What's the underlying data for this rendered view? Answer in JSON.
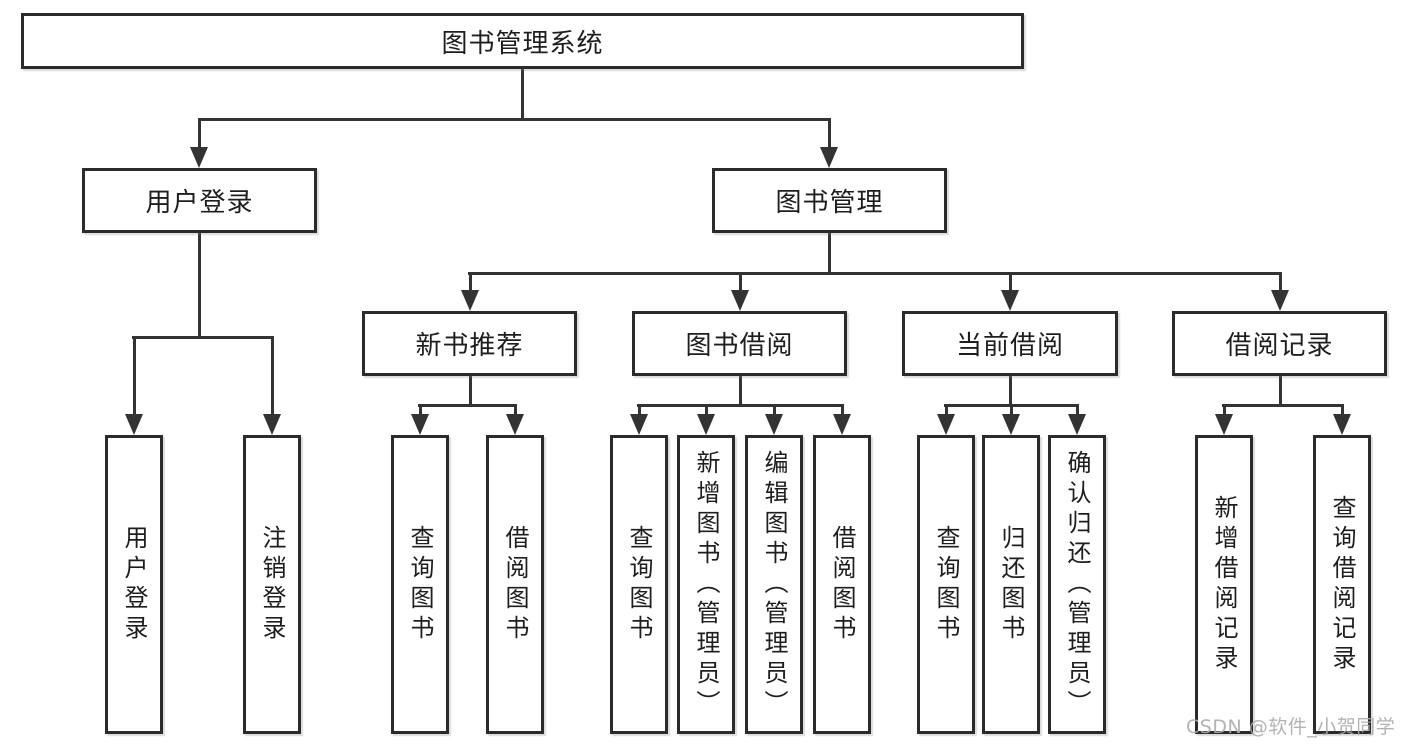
{
  "tree": {
    "label": "图书管理系统",
    "children": [
      {
        "label": "用户登录",
        "children": [
          {
            "label": "用户登录"
          },
          {
            "label": "注销登录"
          }
        ]
      },
      {
        "label": "图书管理",
        "children": [
          {
            "label": "新书推荐",
            "children": [
              {
                "label": "查询图书"
              },
              {
                "label": "借阅图书"
              }
            ]
          },
          {
            "label": "图书借阅",
            "children": [
              {
                "label": "查询图书"
              },
              {
                "label": "新增图书（管理员）"
              },
              {
                "label": "编辑图书（管理员）"
              },
              {
                "label": "借阅图书"
              }
            ]
          },
          {
            "label": "当前借阅",
            "children": [
              {
                "label": "查询图书"
              },
              {
                "label": "归还图书"
              },
              {
                "label": "确认归还（管理员）"
              }
            ]
          },
          {
            "label": "借阅记录",
            "children": [
              {
                "label": "新增借阅记录"
              },
              {
                "label": "查询借阅记录"
              }
            ]
          }
        ]
      }
    ]
  },
  "watermark": {
    "text": "CSDN @软件_小贺同学"
  },
  "colors": {
    "line": "#333333",
    "box_border": "#2b2b2b",
    "text": "#1e1e1e",
    "watermark": "#adadad",
    "background": "#ffffff"
  }
}
